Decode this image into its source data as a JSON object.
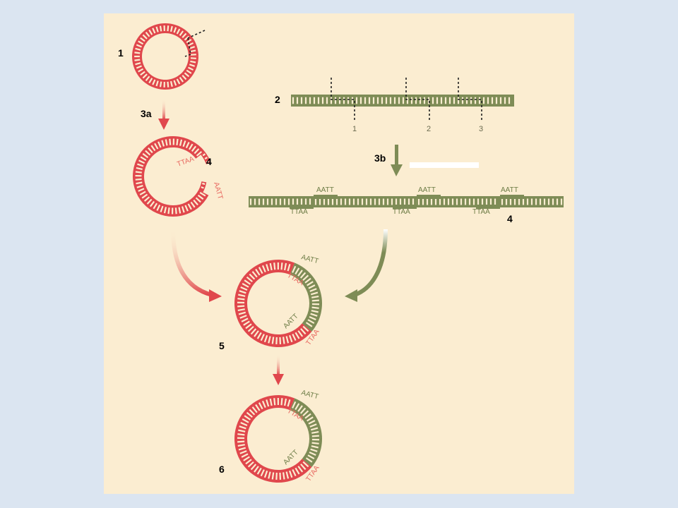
{
  "labels": {
    "plasmid": "1",
    "dna": "2",
    "step3a": "3a",
    "step3b": "3b",
    "sticky_ends_plasmid": "4",
    "sticky_ends_dna": "4",
    "recombinant": "5",
    "ligated": "6"
  },
  "cut_sites": [
    "1",
    "2",
    "3"
  ],
  "sequences": {
    "top_overhang": "AATT",
    "bottom_overhang": "TTAA",
    "plasmid_top": "TTAA",
    "plasmid_bottom": "AATT",
    "r5_top_green": "AATT",
    "r5_top_red": "TTAA",
    "r5_bottom_green": "AATT",
    "r5_bottom_red": "TTAA",
    "r6_top_green": "AATT",
    "r6_top_red": "TTAA",
    "r6_bottom_green": "AATT",
    "r6_bottom_red": "TTAA"
  },
  "colors": {
    "background": "#dbe5f1",
    "panel": "#fbedd1",
    "plasmid_red": "#e0474c",
    "dna_green": "#7e8c56"
  }
}
